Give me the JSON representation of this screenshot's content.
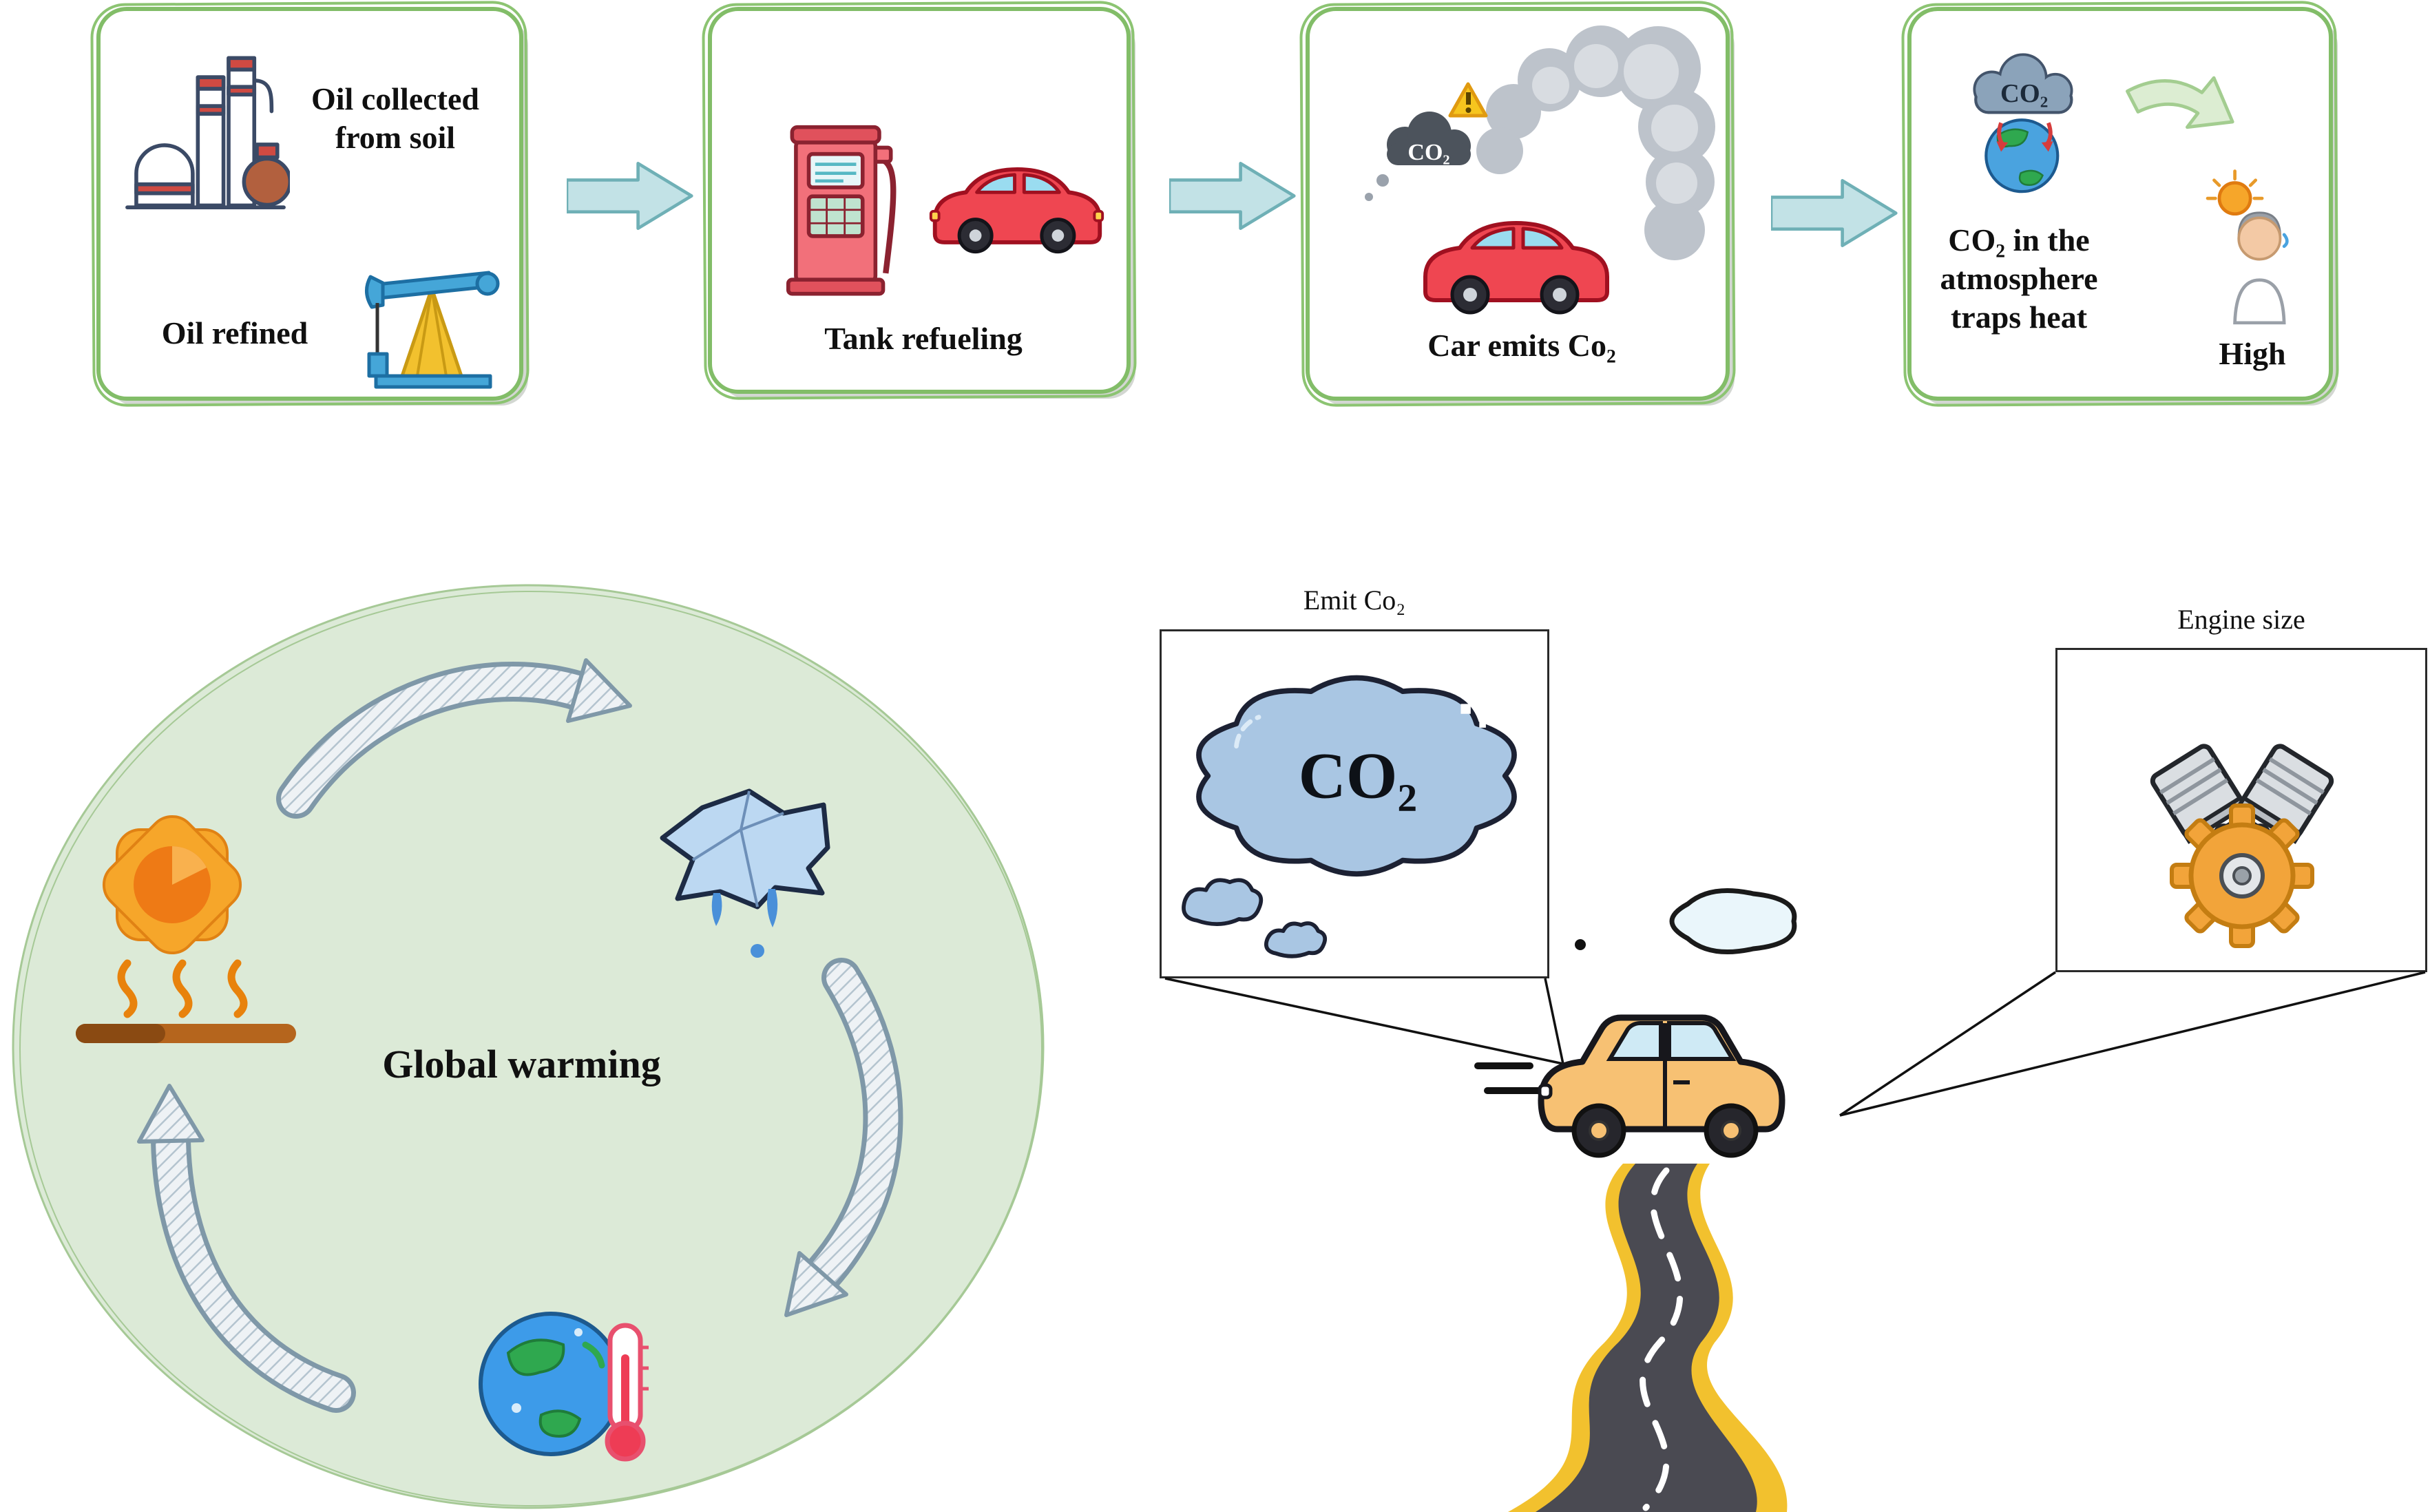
{
  "flow": {
    "steps": [
      {
        "line1": "Oil collected from soil",
        "line2": "Oil refined"
      },
      {
        "label": "Tank refueling"
      },
      {
        "label": "Car emits Co₂",
        "co2_badge": "CO₂"
      },
      {
        "label": "CO₂ in the atmosphere traps heat",
        "cloud_text": "CO₂",
        "sub_label": "High"
      }
    ]
  },
  "cycle": {
    "label": "Global warming"
  },
  "detail": {
    "emit_box_label": "Emit Co₂",
    "emit_cloud_text": "CO₂",
    "engine_box_label": "Engine size"
  },
  "colors": {
    "box_border": "#82bd68",
    "flow_arrow_fill": "#c2e2e6",
    "cycle_fill": "#dcead7"
  }
}
